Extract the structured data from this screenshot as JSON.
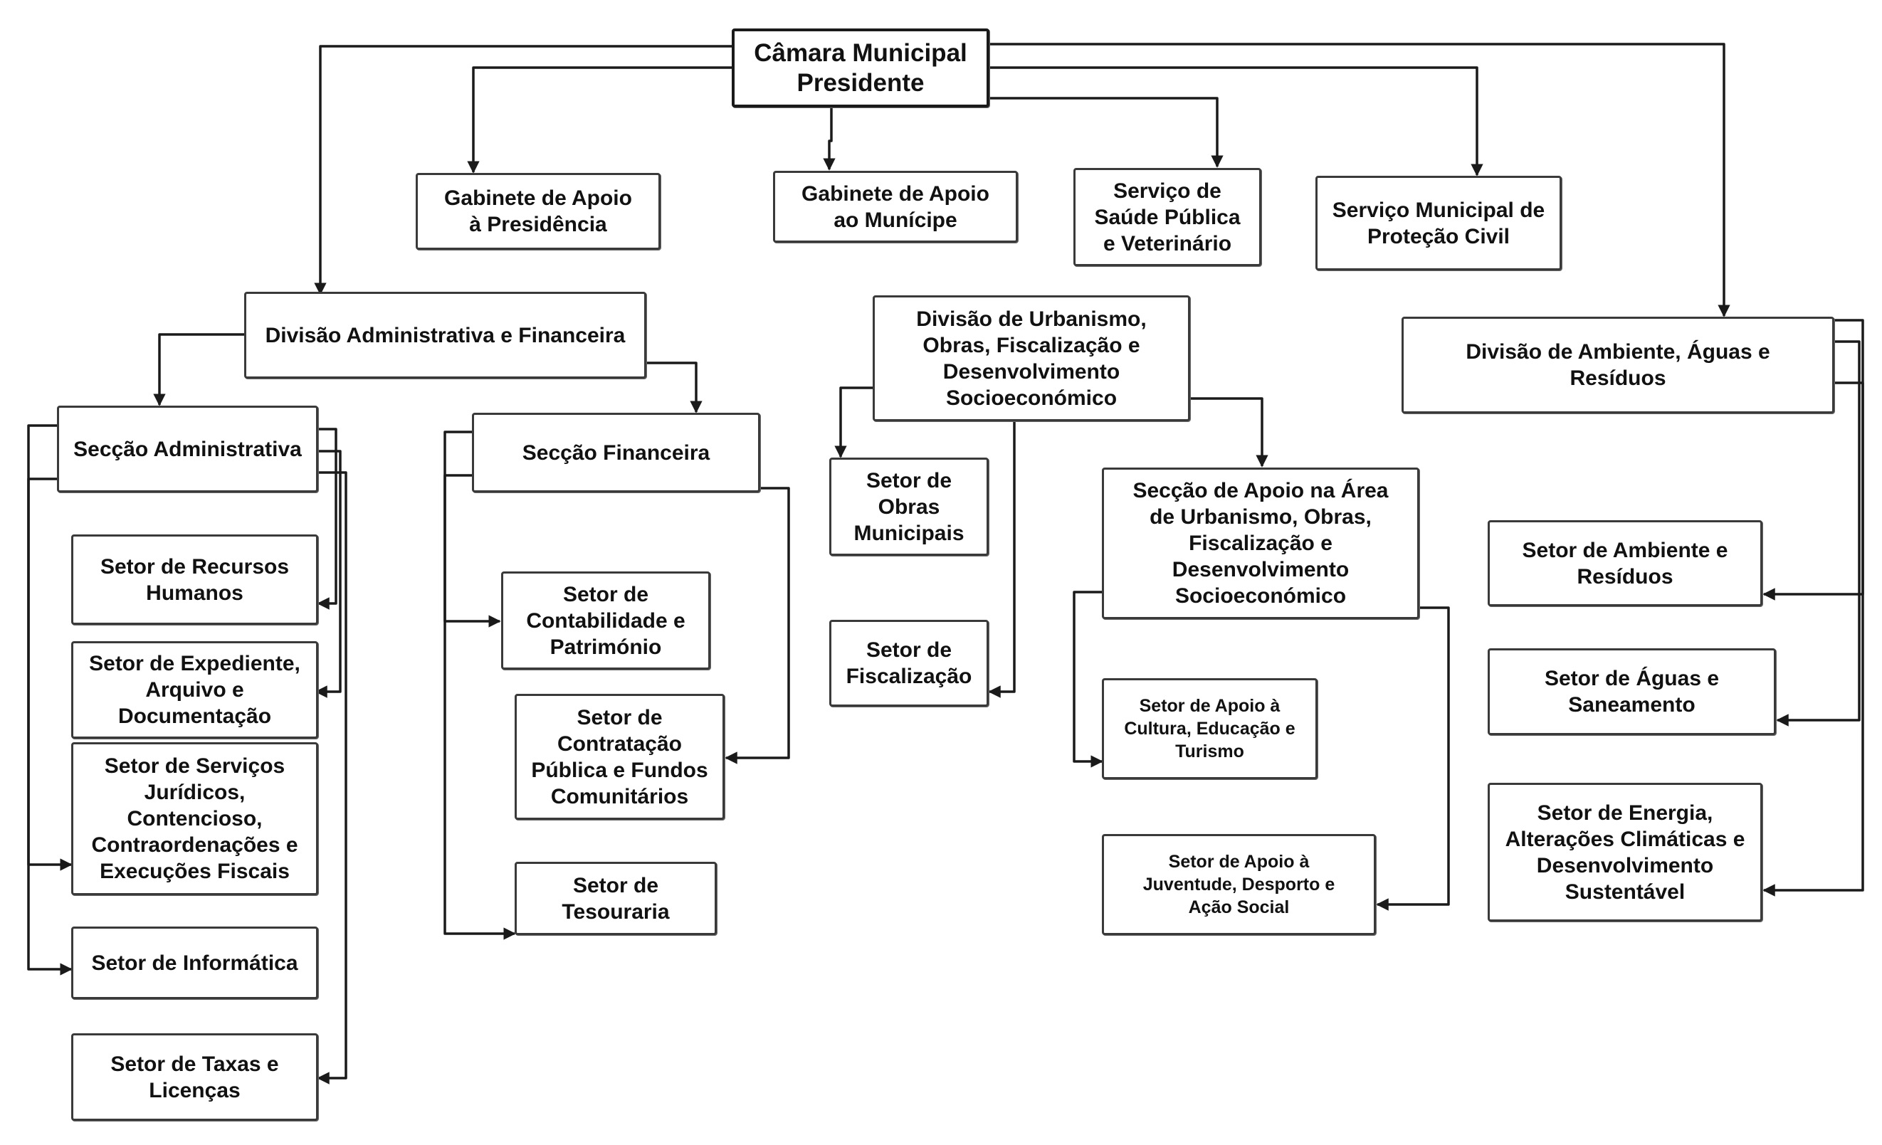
{
  "diagram": {
    "type": "org-chart",
    "colors": {
      "line": "#1a1a1a",
      "box_border": "#3a3a3a",
      "background": "#ffffff"
    },
    "nodes": {
      "camara": "Câmara Municipal\nPresidente",
      "gab_presidencia": "Gabinete de Apoio\nà Presidência",
      "gab_municipe": "Gabinete de Apoio\nao Munícipe",
      "saude": "Serviço de\nSaúde Pública\ne Veterinário",
      "protecao": "Serviço Municipal de\nProteção Civil",
      "div_adm": "Divisão Administrativa e Financeira",
      "div_urb": "Divisão de Urbanismo,\nObras, Fiscalização e\nDesenvolvimento\nSocioeconómico",
      "div_amb": "Divisão de Ambiente, Águas e\nResíduos",
      "sec_adm": "Secção Administrativa",
      "sec_fin": "Secção Financeira",
      "rh": "Setor de Recursos\nHumanos",
      "expediente": "Setor de Expediente,\nArquivo e\nDocumentação",
      "juridicos": "Setor de Serviços\nJurídicos,\nContencioso,\nContraordenações e\nExecuções Fiscais",
      "informatica": "Setor de Informática",
      "taxas": "Setor de Taxas e\nLicenças",
      "contabilidade": "Setor de\nContabilidade e\nPatrimónio",
      "contratacao": "Setor de\nContratação\nPública e Fundos\nComunitários",
      "tesouraria": "Setor de\nTesouraria",
      "obras": "Setor de\nObras\nMunicipais",
      "fiscalizacao": "Setor de\nFiscalização",
      "sec_apoio_urb": "Secção de Apoio na Área\nde Urbanismo, Obras,\nFiscalização e\nDesenvolvimento\nSocioeconómico",
      "cultura": "Setor de Apoio à\nCultura, Educação e\nTurismo",
      "juventude": "Setor de Apoio à\nJuventude, Desporto e\nAção Social",
      "ambiente": "Setor de Ambiente e\nResíduos",
      "aguas": "Setor de Águas e\nSaneamento",
      "energia": "Setor de Energia,\nAlterações Climáticas e\nDesenvolvimento\nSustentável"
    }
  }
}
